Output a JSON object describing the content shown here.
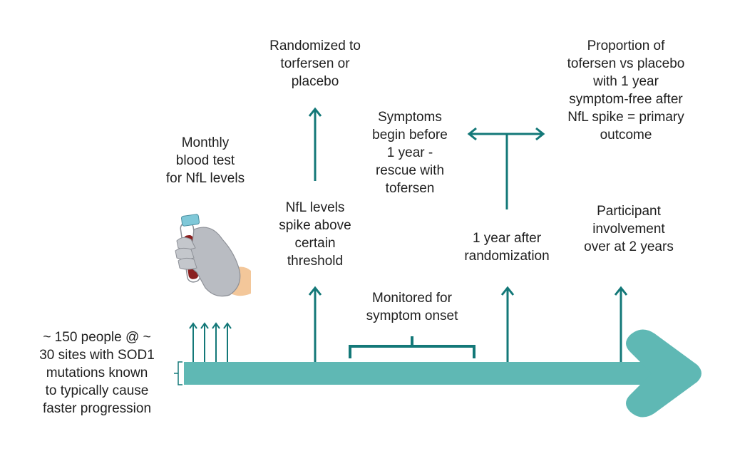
{
  "colors": {
    "timeline": "#5fb8b4",
    "arrow": "#137878",
    "text": "#1f1f1f",
    "glove": "#b9bcc2",
    "tube_blood": "#8a1f1f",
    "tube_cap": "#7fc8d8",
    "skin": "#f3c79a"
  },
  "icons": {
    "blood_test": "gloved-hand-holding-blood-tube-icon"
  },
  "labels": {
    "participants": [
      "~ 150 people @ ~",
      "30 sites with SOD1",
      "mutations known",
      "to typically cause",
      "faster progression"
    ],
    "monthly_test": [
      "Monthly",
      "blood test",
      "for NfL levels"
    ],
    "randomized": [
      "Randomized to",
      "torfersen or",
      "placebo"
    ],
    "nfl_spike": [
      "NfL levels",
      "spike above",
      "certain",
      "threshold"
    ],
    "monitored": [
      "Monitored for",
      "symptom onset"
    ],
    "symptoms_before": [
      "Symptoms",
      "begin before",
      "1 year -",
      "rescue with",
      "tofersen"
    ],
    "one_year": [
      "1 year after",
      "randomization"
    ],
    "primary_outcome": [
      "Proportion of",
      "tofersen vs placebo",
      "with 1 year",
      "symptom-free after",
      "NfL spike = primary",
      "outcome"
    ],
    "involvement_over": [
      "Participant",
      "involvement",
      "over at 2 years"
    ]
  }
}
